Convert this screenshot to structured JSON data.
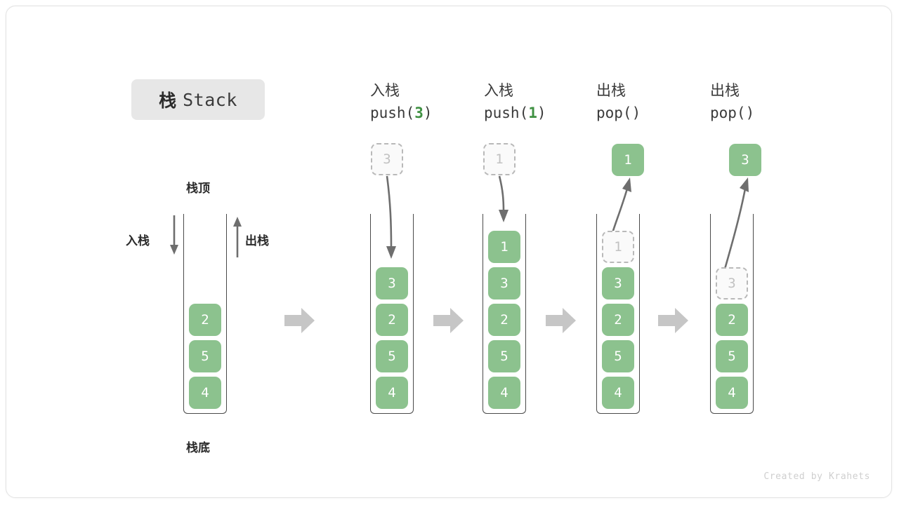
{
  "title": {
    "cjk": "栈",
    "latin": "Stack"
  },
  "legend": {
    "top_label": "栈顶",
    "bottom_label": "栈底",
    "push_label": "入栈",
    "pop_label": "出栈"
  },
  "colors": {
    "element_fill": "#8cc28e",
    "element_text": "#ffffff",
    "ghost_fill": "#fafafa",
    "ghost_border": "#b9b9b9",
    "ghost_text": "#c2c2c2",
    "container_stroke": "#4a4a4a",
    "flow_arrow": "#c6c6c6",
    "motion_arrow": "#6e6e6e",
    "accent_green": "#3f9142",
    "badge_bg": "#e7e7e7",
    "card_border": "#e3e3e3"
  },
  "initial_stack": {
    "name": "initial",
    "cells": [
      "2",
      "5",
      "4"
    ]
  },
  "steps": [
    {
      "id": "push-3",
      "head_cjk": "入栈",
      "head_code_prefix": "push(",
      "head_code_arg": "3",
      "head_code_suffix": ")",
      "floating": {
        "value": "3",
        "state": "ghost",
        "position": "above"
      },
      "motion": "down",
      "cells": [
        {
          "value": "3",
          "state": "filled"
        },
        {
          "value": "2",
          "state": "filled"
        },
        {
          "value": "5",
          "state": "filled"
        },
        {
          "value": "4",
          "state": "filled"
        }
      ]
    },
    {
      "id": "push-1",
      "head_cjk": "入栈",
      "head_code_prefix": "push(",
      "head_code_arg": "1",
      "head_code_suffix": ")",
      "floating": {
        "value": "1",
        "state": "ghost",
        "position": "above"
      },
      "motion": "down",
      "cells": [
        {
          "value": "1",
          "state": "filled"
        },
        {
          "value": "3",
          "state": "filled"
        },
        {
          "value": "2",
          "state": "filled"
        },
        {
          "value": "5",
          "state": "filled"
        },
        {
          "value": "4",
          "state": "filled"
        }
      ]
    },
    {
      "id": "pop-1",
      "head_cjk": "出栈",
      "head_code_prefix": "pop(",
      "head_code_arg": "",
      "head_code_suffix": ")",
      "floating": {
        "value": "1",
        "state": "filled",
        "position": "above"
      },
      "motion": "up",
      "cells": [
        {
          "value": "1",
          "state": "ghost"
        },
        {
          "value": "3",
          "state": "filled"
        },
        {
          "value": "2",
          "state": "filled"
        },
        {
          "value": "5",
          "state": "filled"
        },
        {
          "value": "4",
          "state": "filled"
        }
      ]
    },
    {
      "id": "pop-2",
      "head_cjk": "出栈",
      "head_code_prefix": "pop(",
      "head_code_arg": "",
      "head_code_suffix": ")",
      "floating": {
        "value": "3",
        "state": "filled",
        "position": "above"
      },
      "motion": "up",
      "cells": [
        {
          "value": "3",
          "state": "ghost"
        },
        {
          "value": "2",
          "state": "filled"
        },
        {
          "value": "5",
          "state": "filled"
        },
        {
          "value": "4",
          "state": "filled"
        }
      ]
    }
  ],
  "flow_arrows": [
    {
      "name": "flow-arrow-1"
    },
    {
      "name": "flow-arrow-2"
    },
    {
      "name": "flow-arrow-3"
    },
    {
      "name": "flow-arrow-4"
    }
  ],
  "watermark": "Created by Krahets"
}
